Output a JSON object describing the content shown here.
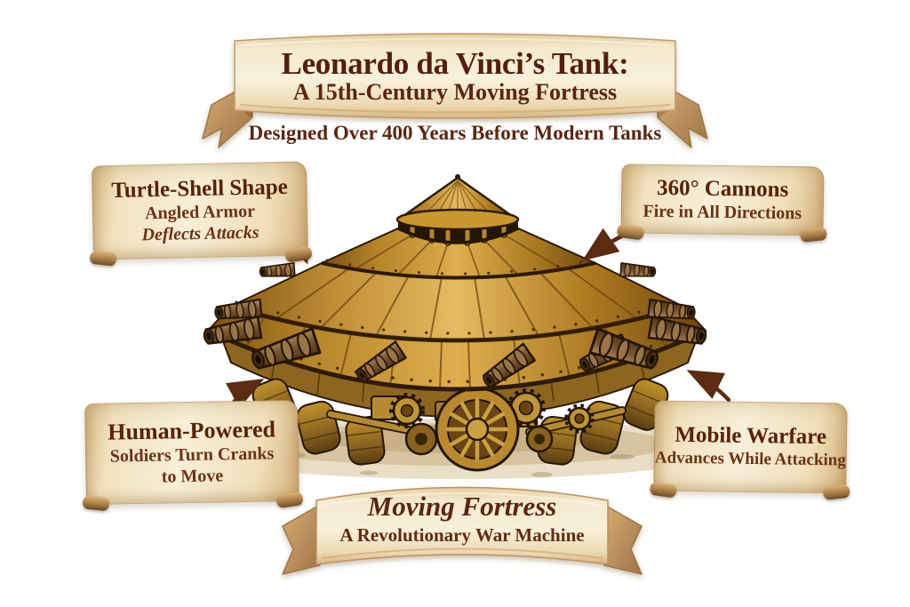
{
  "header": {
    "title_line1": "Leonardo da Vinci’s Tank:",
    "title_line2": "A 15th-Century Moving Fortress",
    "subtitle": "Designed Over 400 Years Before Modern Tanks"
  },
  "callouts": {
    "turtle_shell": {
      "title": "Turtle-Shell Shape",
      "line1": "Angled Armor",
      "line2": "Deflects Attacks"
    },
    "cannons": {
      "title": "360° Cannons",
      "line1": "Fire in All Directions"
    },
    "human_powered": {
      "title": "Human-Powered",
      "line1": "Soldiers Turn Cranks",
      "line2": "to Move"
    },
    "mobile_warfare": {
      "title": "Mobile Warfare",
      "line1": "Advances While Attacking"
    }
  },
  "footer": {
    "title": "Moving Fortress",
    "subtitle": "A Revolutionary War Machine"
  },
  "illustration": {
    "subject": "Leonardo da Vinci conical armored tank with cannons, lookout turret and geared wheels"
  },
  "colors": {
    "background": "#ffffff",
    "text_brown": "#5a2611",
    "parchment_light": "#f8efd8",
    "parchment_shade": "#d6b27f",
    "ribbon_fold": "#b98f5c",
    "wood_light": "#e0b558",
    "wood_mid": "#b07d22",
    "wood_dark": "#6b4410",
    "outline_brown": "#2e1a05",
    "cannon_bronze": "#8a6436",
    "arrow_brown": "#5b2b12",
    "ground_sand": "#dbc9a2"
  }
}
